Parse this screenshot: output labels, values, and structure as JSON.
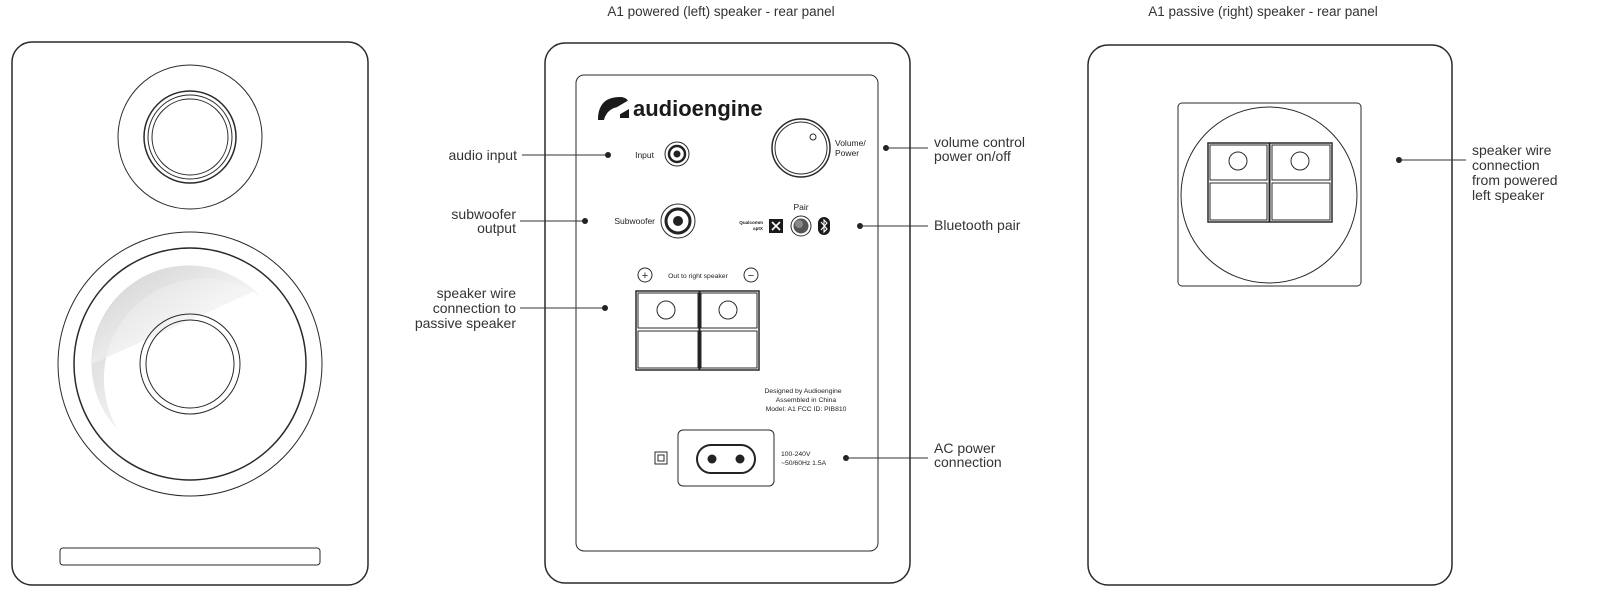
{
  "titles": {
    "powered": "A1 powered (left) speaker - rear panel",
    "passive": "A1 passive (right) speaker - rear panel"
  },
  "panel": {
    "brand": "audioengine",
    "input": "Input",
    "volume_line1": "Volume/",
    "volume_line2": "Power",
    "subwoofer": "Subwoofer",
    "pair": "Pair",
    "aptx_line1": "Qualcomm",
    "aptx_line2": "aptX",
    "out_to_right": "Out to right speaker",
    "designed_line1": "Designed by Audioengine",
    "designed_line2": "Assembled in China",
    "designed_line3": "Model: A1     FCC ID: PIB810",
    "power_line1": "100-240V",
    "power_line2": "~50/60Hz 1.5A"
  },
  "callouts": {
    "audio_input": "audio input",
    "sub_line1": "subwoofer",
    "sub_line2": "output",
    "spk_line1": "speaker wire",
    "spk_line2": "connection to",
    "spk_line3": "passive speaker",
    "vol_line1": "volume control",
    "vol_line2": "power on/off",
    "bt": "Bluetooth pair",
    "ac_line1": "AC power",
    "ac_line2": "connection",
    "right_line1": "speaker wire",
    "right_line2": "connection",
    "right_line3": "from powered",
    "right_line4": "left speaker"
  },
  "icons": {
    "plus": "+",
    "minus": "−"
  }
}
